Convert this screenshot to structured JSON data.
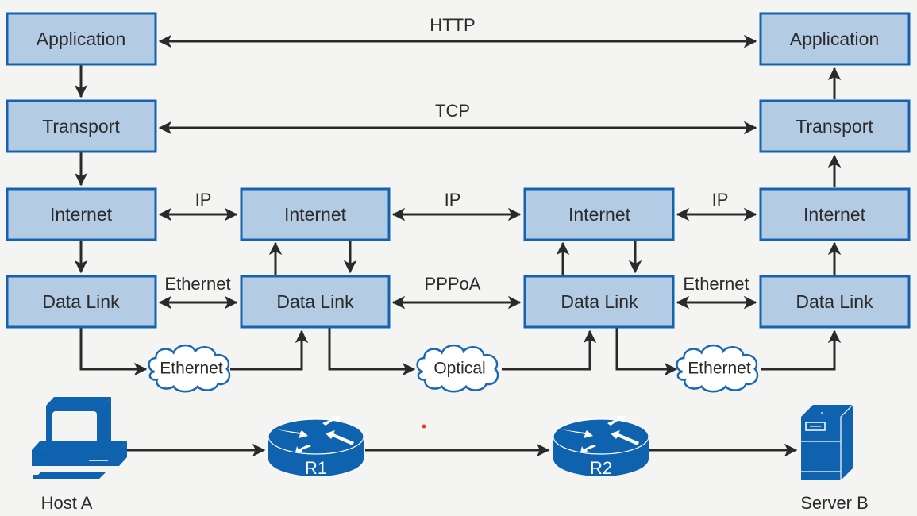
{
  "diagram": {
    "title": "TCP/IP layered data flow from Host A to Server B",
    "colors": {
      "box_fill": "#b3cbe3",
      "box_border": "#1563b0",
      "icon_blue": "#0f62ad",
      "line": "#2a2a2a",
      "background": "#f4f4f3"
    },
    "stacks": {
      "host_a": {
        "application": "Application",
        "transport": "Transport",
        "internet": "Internet",
        "data_link": "Data Link"
      },
      "r1": {
        "internet": "Internet",
        "data_link": "Data Link"
      },
      "r2": {
        "internet": "Internet",
        "data_link": "Data Link"
      },
      "server_b": {
        "application": "Application",
        "transport": "Transport",
        "internet": "Internet",
        "data_link": "Data Link"
      }
    },
    "protocols": {
      "application": "HTTP",
      "transport": "TCP",
      "internet_a_r1": "IP",
      "internet_r1_r2": "IP",
      "internet_r2_b": "IP",
      "datalink_a_r1": "Ethernet",
      "datalink_r1_r2": "PPPoA",
      "datalink_r2_b": "Ethernet"
    },
    "media": {
      "a_r1": "Ethernet",
      "r1_r2": "Optical",
      "r2_b": "Ethernet"
    },
    "devices": {
      "host_a": "Host A",
      "r1": "R1",
      "r2": "R2",
      "server_b": "Server B"
    },
    "icons": {
      "host_a": "desktop-computer-icon",
      "r1": "router-icon",
      "r2": "router-icon",
      "server_b": "server-tower-icon",
      "cloud": "cloud-icon"
    }
  }
}
